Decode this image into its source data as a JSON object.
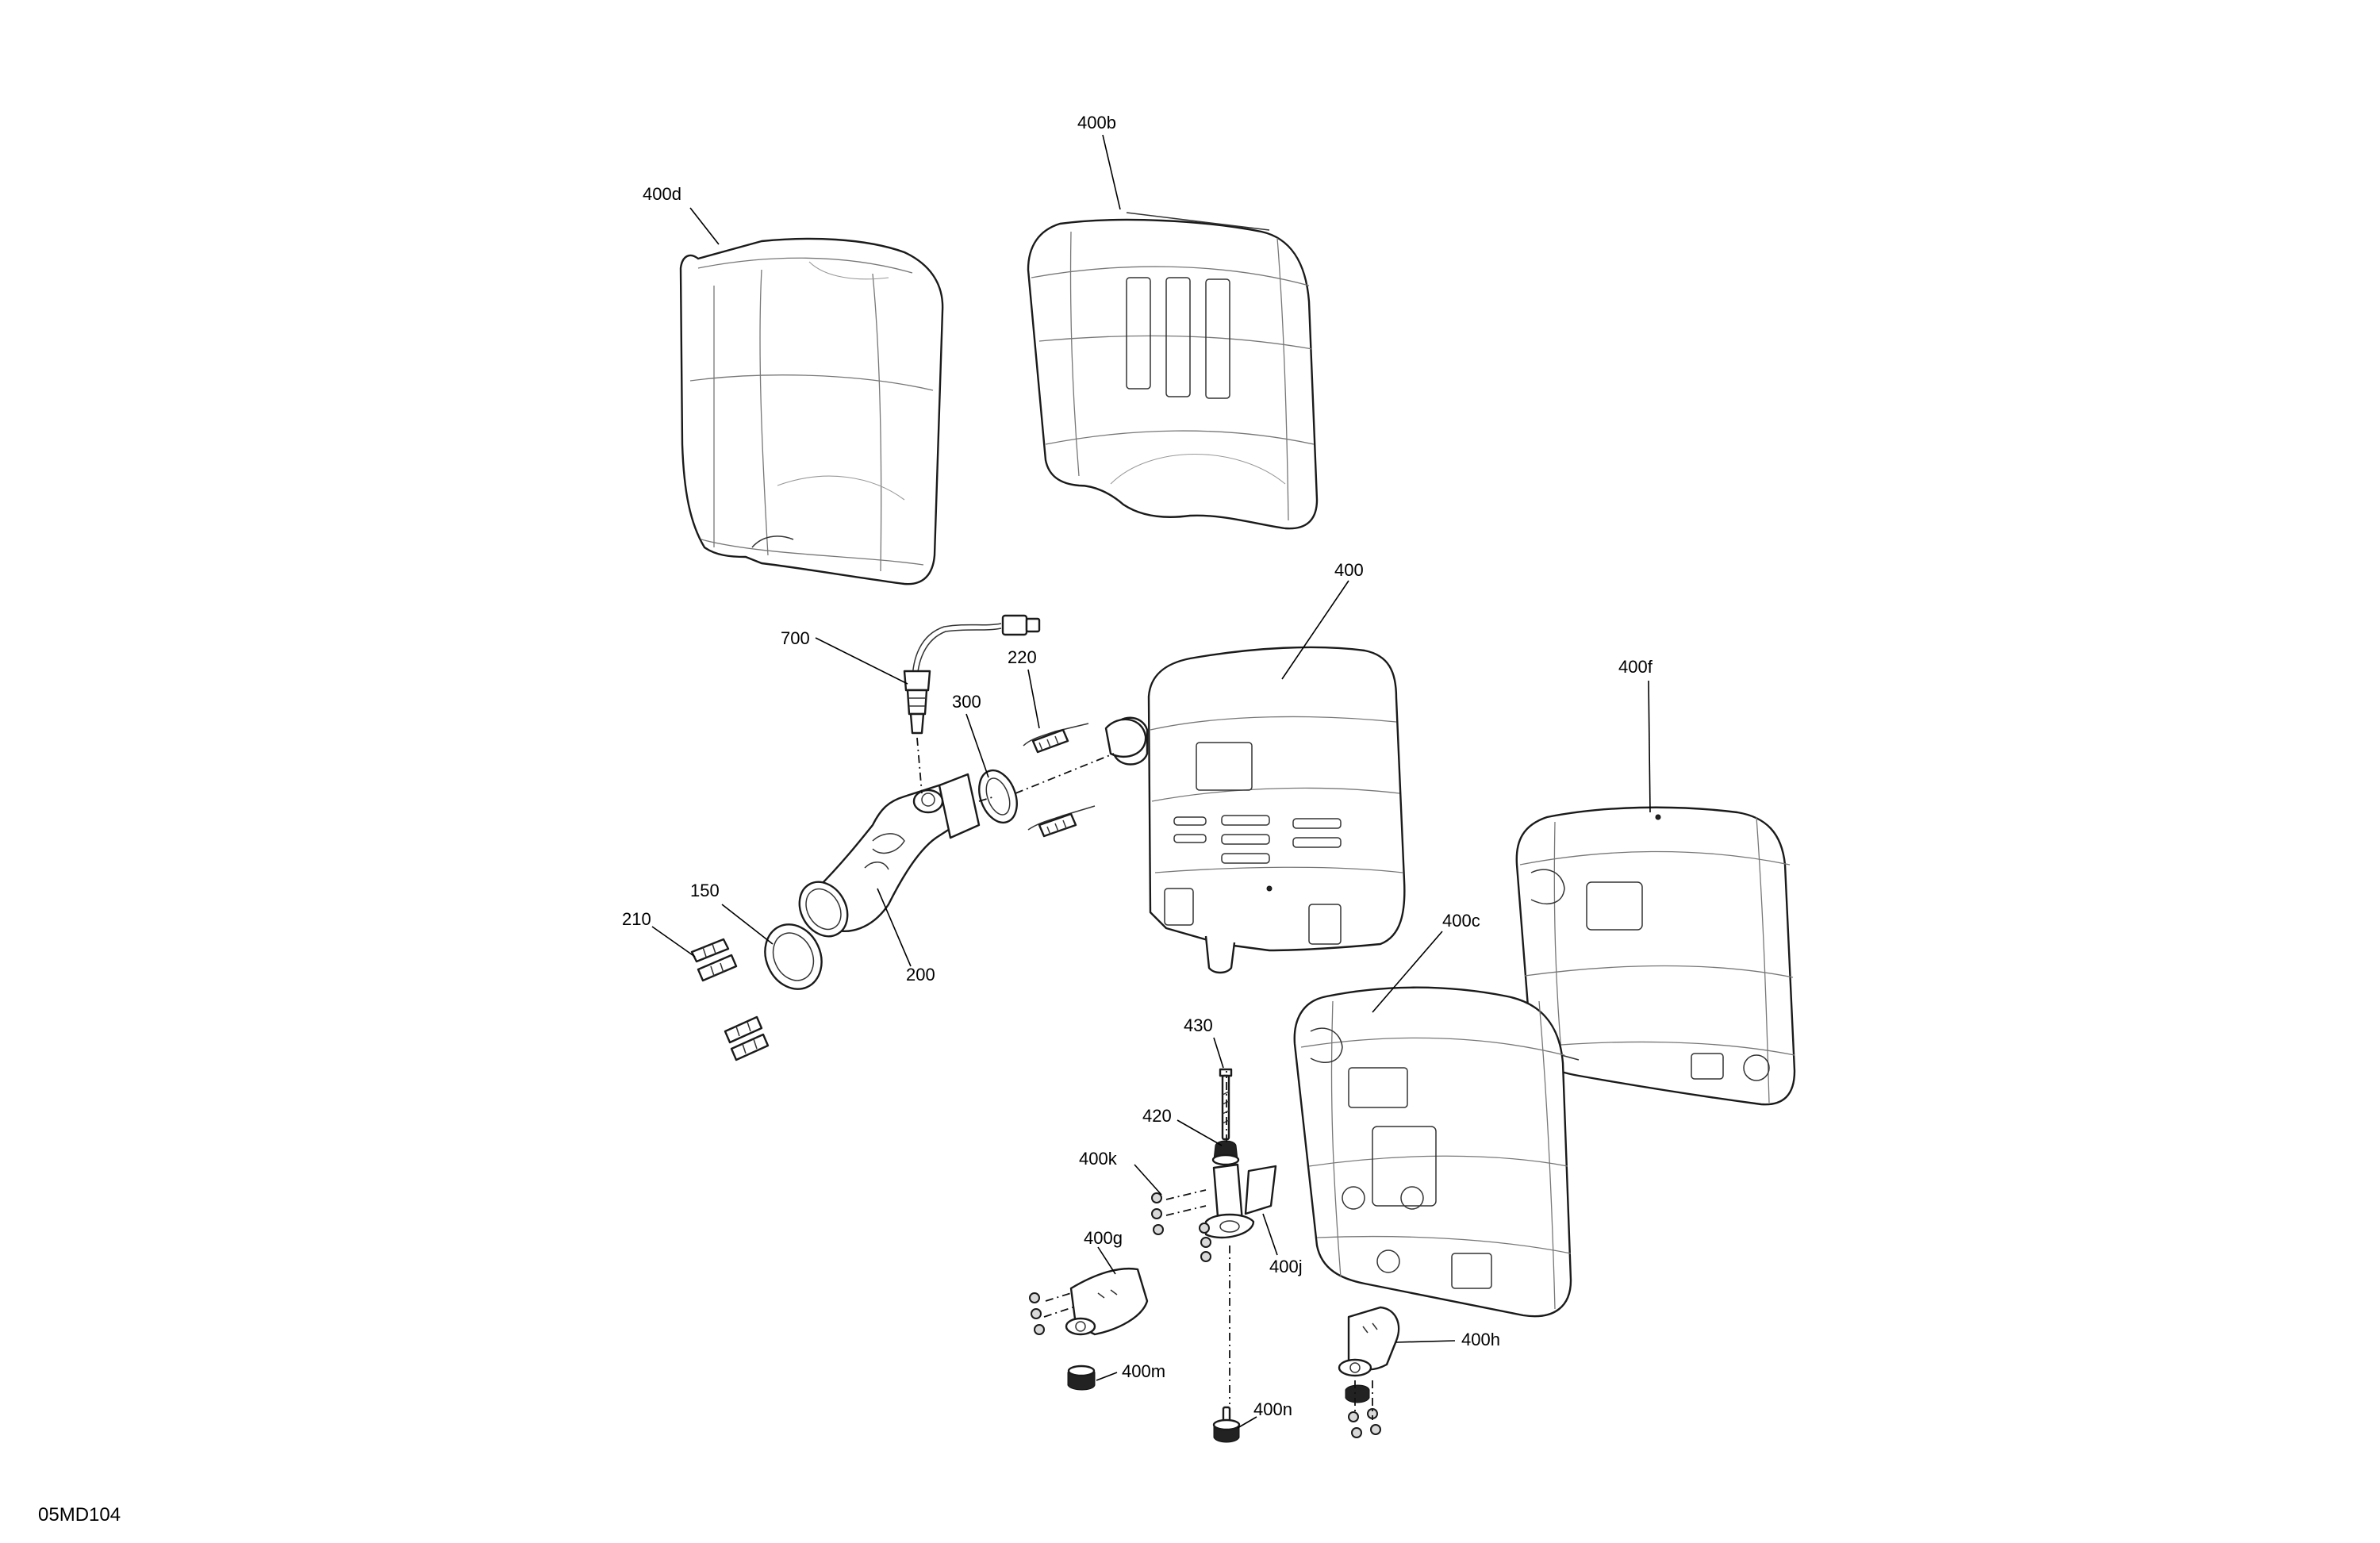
{
  "drawing_code": "05MD104",
  "callouts": {
    "c400d": "400d",
    "c400b": "400b",
    "c400": "400",
    "c400f": "400f",
    "c700": "700",
    "c220": "220",
    "c300": "300",
    "c150": "150",
    "c210": "210",
    "c200": "200",
    "c400c": "400c",
    "c430": "430",
    "c420": "420",
    "c400k": "400k",
    "c400j": "400j",
    "c400g": "400g",
    "c400m": "400m",
    "c400n": "400n",
    "c400h": "400h"
  }
}
